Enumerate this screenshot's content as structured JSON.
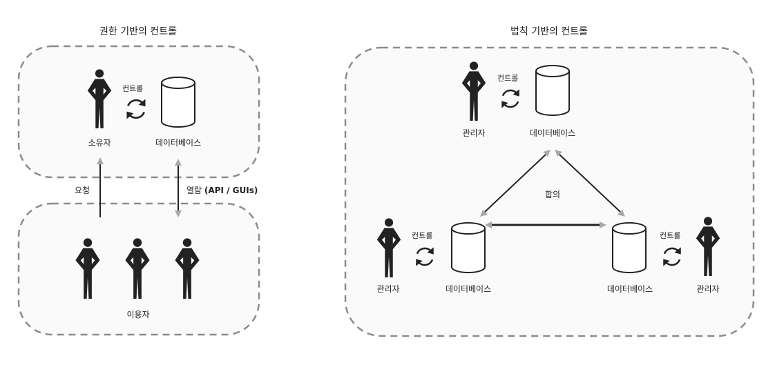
{
  "left": {
    "title": "권한 기반의 컨트롤",
    "control": "컨트롤",
    "owner": "소유자",
    "database": "데이터베이스",
    "request": "요청",
    "view_prefix": "열람 ",
    "view_api": "(API / GUIs)",
    "users": "이용자"
  },
  "right": {
    "title": "법칙 기반의 컨트롤",
    "top": {
      "control": "컨트롤",
      "admin": "관리자",
      "database": "데이터베이스"
    },
    "consensus": "합의",
    "bottom_left": {
      "control": "컨트롤",
      "admin": "관리자",
      "database": "데이터베이스"
    },
    "bottom_right": {
      "control": "컨트롤",
      "admin": "관리자",
      "database": "데이터베이스"
    }
  },
  "colors": {
    "stroke": "#222222",
    "dash": "#8c8c8c",
    "panel": "#fafafa",
    "arrowhead": "#a8a8a8"
  }
}
